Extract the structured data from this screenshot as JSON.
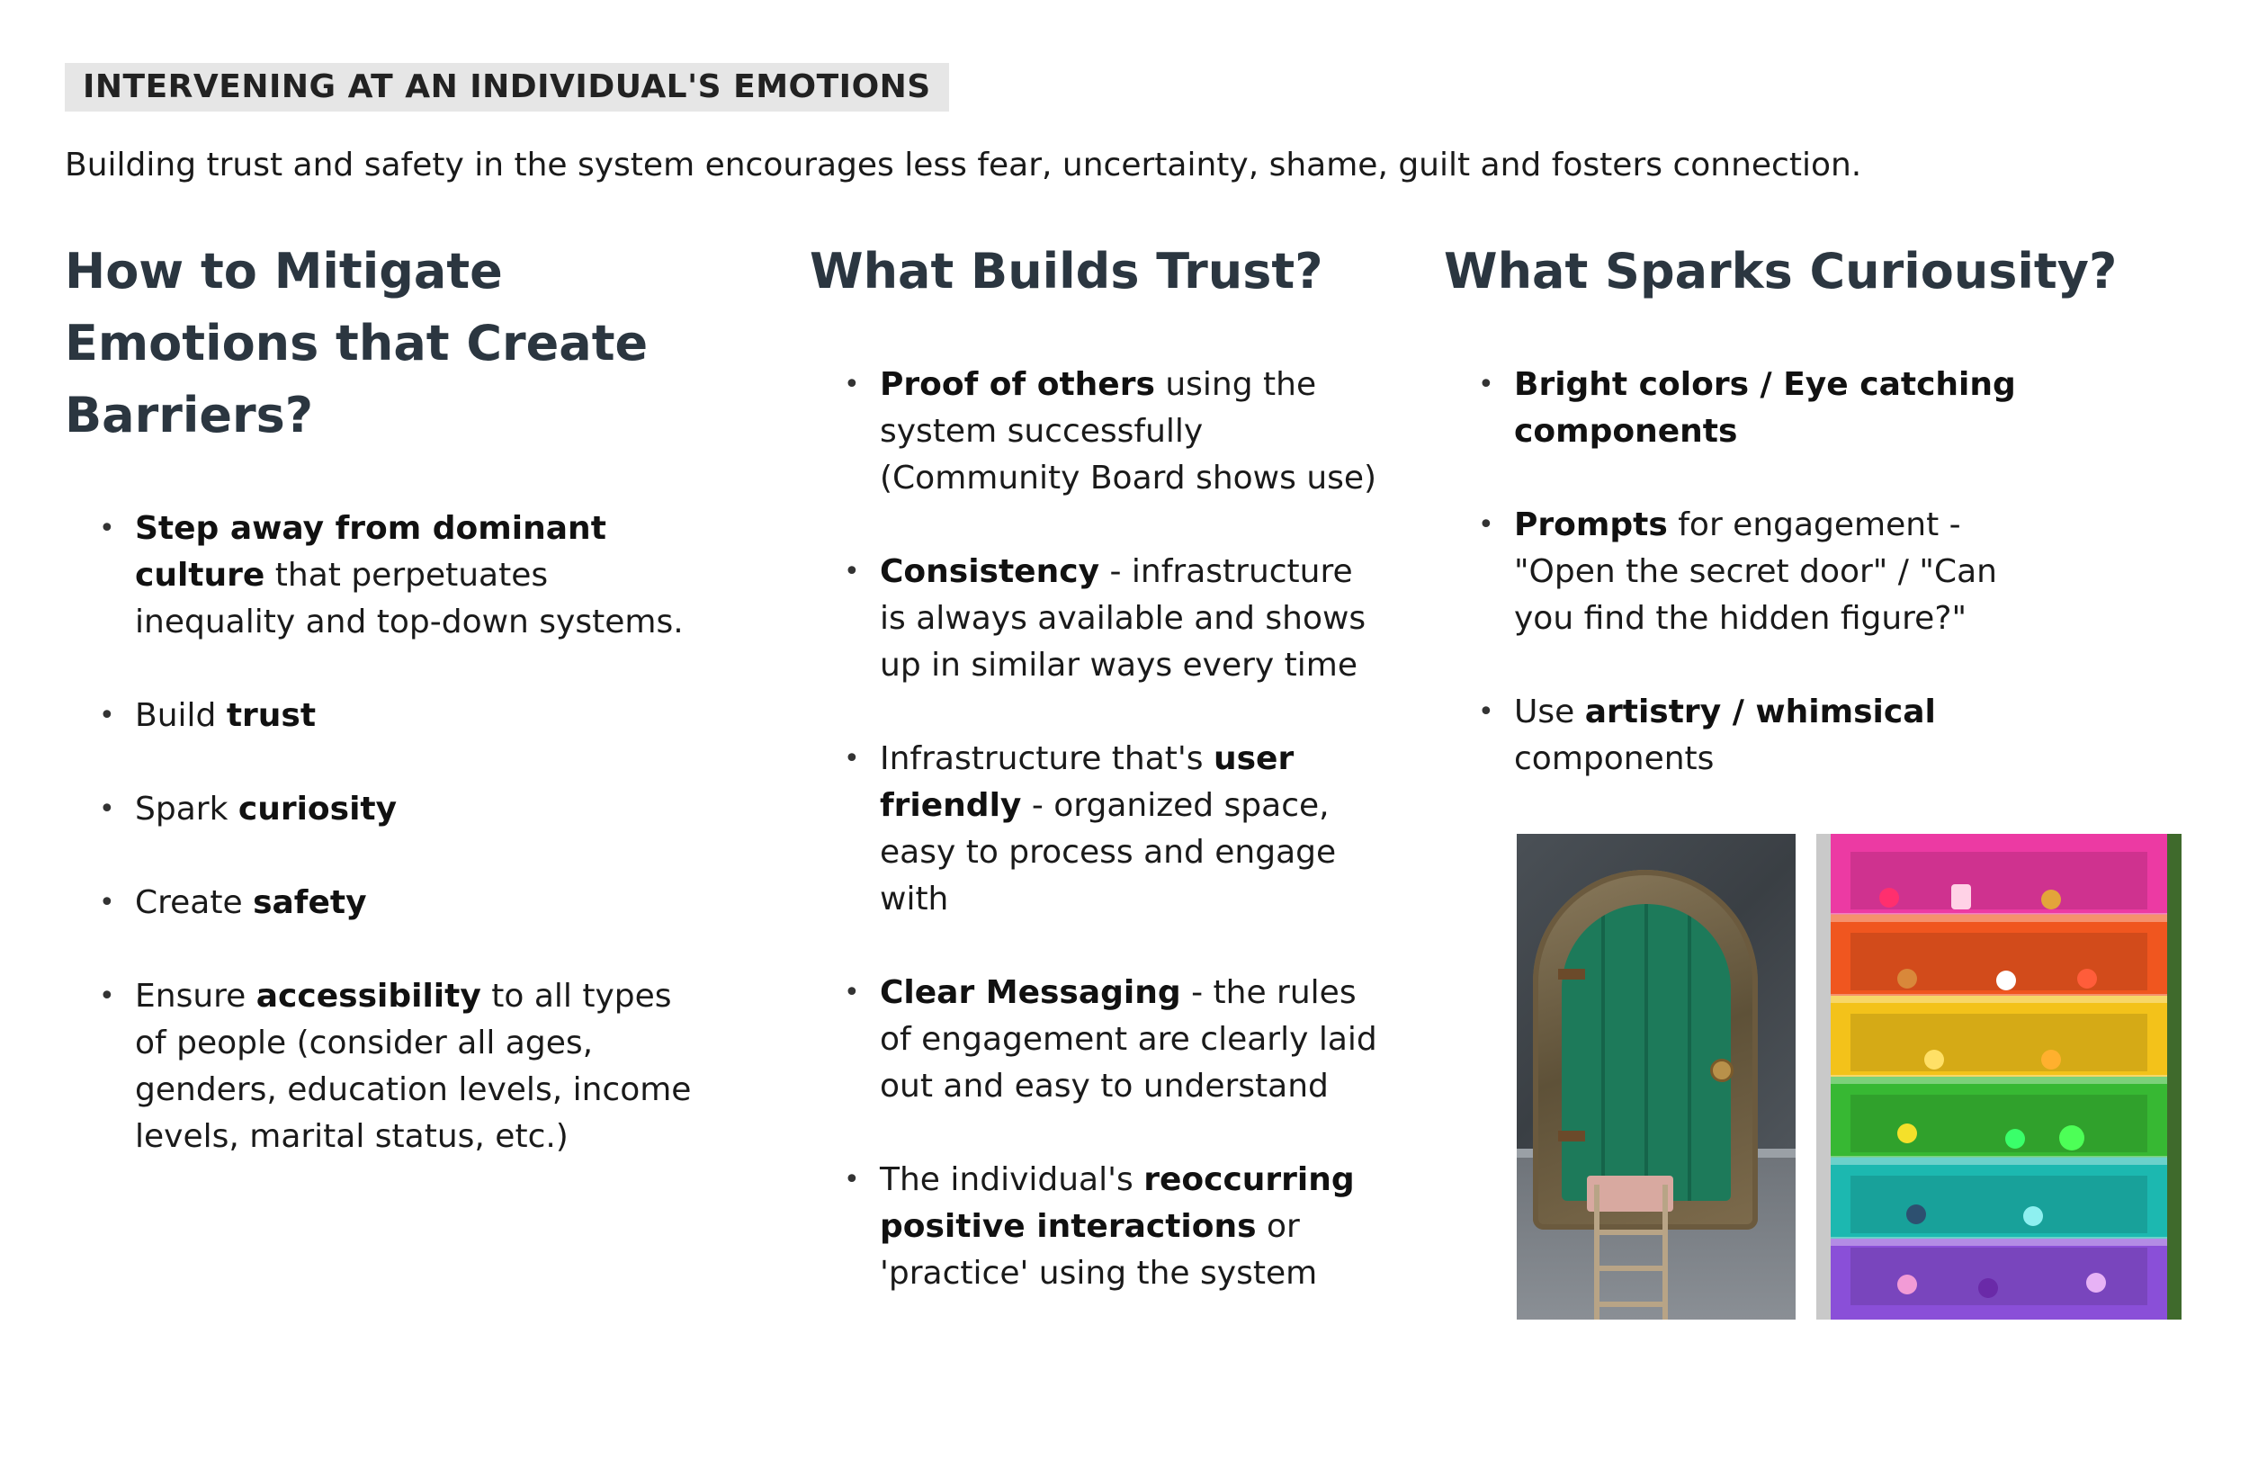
{
  "header": {
    "eyebrow": "INTERVENING AT AN INDIVIDUAL'S EMOTIONS",
    "intro": "Building trust and safety in the system encourages less fear, uncertainty, shame, guilt and fosters connection."
  },
  "columns": [
    {
      "title": "How to Mitigate Emotions that Create Barriers?",
      "items": [
        [
          {
            "b": "Step away from dominant culture"
          },
          {
            "t": " that perpetuates inequality and top-down systems."
          }
        ],
        [
          {
            "t": "Build "
          },
          {
            "b": "trust"
          }
        ],
        [
          {
            "t": "Spark "
          },
          {
            "b": "curiosity"
          }
        ],
        [
          {
            "t": "Create "
          },
          {
            "b": "safety"
          }
        ],
        [
          {
            "t": "Ensure "
          },
          {
            "b": "accessibility"
          },
          {
            "t": " to all types of people (consider all ages, genders, education levels, income levels, marital status, etc.)"
          }
        ]
      ]
    },
    {
      "title": "What Builds Trust?",
      "items": [
        [
          {
            "b": "Proof of others"
          },
          {
            "t": " using the system successfully (Community Board shows use)"
          }
        ],
        [
          {
            "b": "Consistency"
          },
          {
            "t": " - infrastructure is always available and shows up in similar ways every time"
          }
        ],
        [
          {
            "t": "Infrastructure that's "
          },
          {
            "b": "user friendly"
          },
          {
            "t": " - organized space, easy to process and engage with"
          }
        ],
        [
          {
            "b": "Clear Messaging"
          },
          {
            "t": " - the rules of engagement are clearly laid out and easy to understand"
          }
        ],
        [
          {
            "t": "The individual's "
          },
          {
            "b": "reoccurring positive interactions"
          },
          {
            "t": " or 'practice' using the system"
          }
        ]
      ]
    },
    {
      "title": "What Sparks Curiousity?",
      "items": [
        [
          {
            "b": "Bright colors / Eye catching components"
          }
        ],
        [
          {
            "b": "Prompts"
          },
          {
            "t": " for engagement - \"Open the secret door\" / \"Can you find the hidden figure?\""
          }
        ],
        [
          {
            "t": "Use "
          },
          {
            "b": "artistry / whimsical"
          },
          {
            "t": " components"
          }
        ]
      ]
    }
  ],
  "bullet_glyph": "•",
  "photos": [
    {
      "name": "fairy-door-photo"
    },
    {
      "name": "rainbow-shelf-photo"
    }
  ],
  "colors": {
    "heading": "#2b3640",
    "eyebrow_bg": "#e6e6e6",
    "text": "#1a1a1a"
  }
}
